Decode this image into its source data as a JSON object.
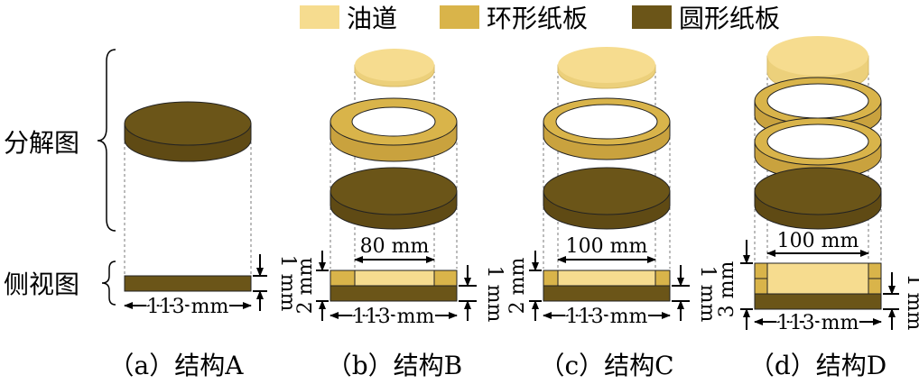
{
  "legend": {
    "oil_channel": {
      "label": "油道",
      "color": "#f6dc8f"
    },
    "ring_board": {
      "label": "环形纸板",
      "color": "#d9b44a"
    },
    "disc_board": {
      "label": "圆形纸板",
      "color": "#6b5518"
    }
  },
  "row_labels": {
    "exploded": "分解图",
    "side": "侧视图"
  },
  "structures": {
    "a": {
      "caption": "（a）结构A",
      "width_label": "113 mm",
      "thick_label": "1 mm"
    },
    "b": {
      "caption": "（b）结构B",
      "inner_label": "80 mm",
      "width_label": "113 mm",
      "total_label": "2 mm",
      "thick_label": "1 mm"
    },
    "c": {
      "caption": "（c）结构C",
      "inner_label": "100 mm",
      "width_label": "113 mm",
      "total_label": "2 mm",
      "thick_label": "1 mm"
    },
    "d": {
      "caption": "（d）结构D",
      "inner_label": "100 mm",
      "width_label": "113 mm",
      "total_label": "3 mm",
      "thick_label": "1 mm"
    }
  }
}
